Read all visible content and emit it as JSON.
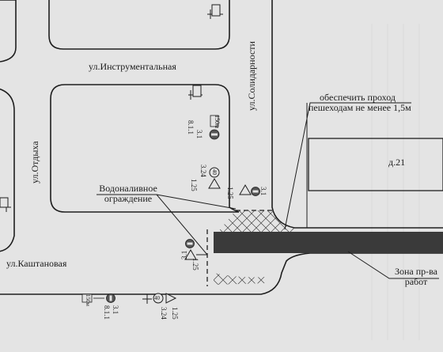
{
  "streets": {
    "instrumentalnaya": "ул.Инструментальная",
    "solidarnosti": "ул.Солидарности",
    "otdykha": "ул.Отдыха",
    "kashtanovaya": "ул.Каштановая"
  },
  "callouts": {
    "barrier_line1": "Водоналивное",
    "barrier_line2": "ограждение",
    "pedestrian_line1": "обеспечить проход",
    "pedestrian_line2": "пешеходам не менее 1,5м",
    "zone_line1": "Зона пр-ва",
    "zone_line2": "работ"
  },
  "building": {
    "label": "д.21"
  },
  "signs": {
    "upper_stack": {
      "s1": "3.1",
      "s2": "8.1.1",
      "plate": "150м"
    },
    "upper_triangle": {
      "s1": "3.24",
      "s2": "1.25",
      "speed": "40"
    },
    "corner": {
      "s1": "1.25",
      "s2": "3.1"
    },
    "left_work": {
      "s1": "3.1",
      "s2": "1.25"
    },
    "bottom_stack": {
      "s1": "3.1",
      "s2": "8.1.1",
      "plate": "150м"
    },
    "bottom_triangle": {
      "s1": "1.25",
      "s2": "3.24",
      "speed": "40"
    }
  },
  "colors": {
    "paper": "#e4e4e4",
    "ink": "#222222",
    "work_zone": "#3a3a3a",
    "sign_red": "#555555"
  }
}
